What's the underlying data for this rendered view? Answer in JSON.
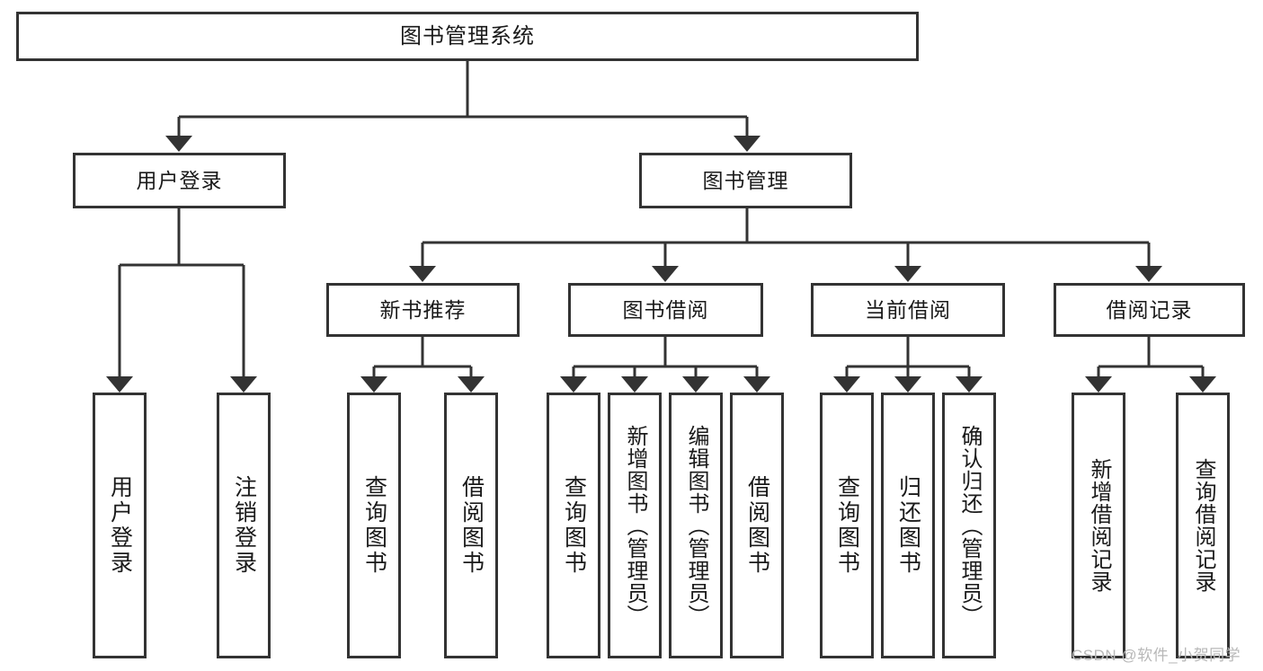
{
  "diagram": {
    "type": "tree",
    "title": "图书管理系统",
    "root": {
      "label": "图书管理系统"
    },
    "level2": [
      {
        "label": "用户登录"
      },
      {
        "label": "图书管理"
      }
    ],
    "level3": [
      {
        "label": "新书推荐"
      },
      {
        "label": "图书借阅"
      },
      {
        "label": "当前借阅"
      },
      {
        "label": "借阅记录"
      }
    ],
    "leaves": {
      "user_login": [
        {
          "label": "用户登录"
        },
        {
          "label": "注销登录"
        }
      ],
      "new_book_recommend": [
        {
          "label": "查询图书"
        },
        {
          "label": "借阅图书"
        }
      ],
      "book_borrow": [
        {
          "label": "查询图书"
        },
        {
          "label": "新增图书（管理员）"
        },
        {
          "label": "编辑图书（管理员）"
        },
        {
          "label": "借阅图书"
        }
      ],
      "current_borrow": [
        {
          "label": "查询图书"
        },
        {
          "label": "归还图书"
        },
        {
          "label": "确认归还（管理员）"
        }
      ],
      "borrow_record": [
        {
          "label": "新增借阅记录"
        },
        {
          "label": "查询借阅记录"
        }
      ]
    }
  },
  "watermark": {
    "text": "CSDN @软件_小贺同学"
  },
  "colors": {
    "stroke": "#333333",
    "background": "#ffffff",
    "text": "#1a1a1a",
    "watermark": "#b8b8b8"
  }
}
